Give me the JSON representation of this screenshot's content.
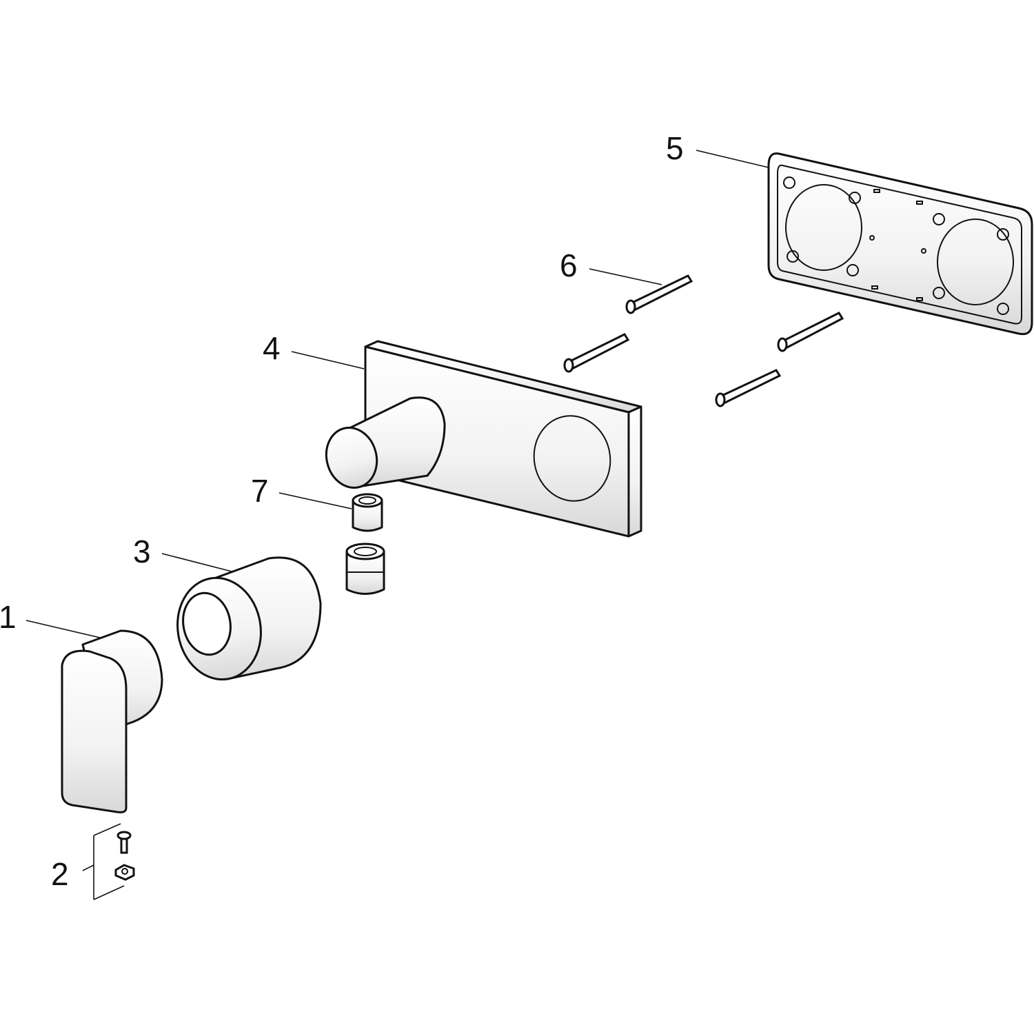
{
  "diagram": {
    "type": "exploded-parts-view",
    "labels": {
      "part1": "1",
      "part2": "2",
      "part3": "3",
      "part4": "4",
      "part5": "5",
      "part6": "6",
      "part7": "7"
    }
  }
}
